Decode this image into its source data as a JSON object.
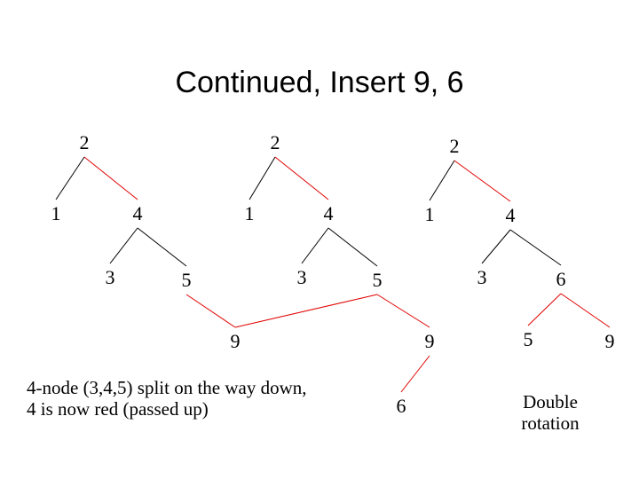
{
  "title": "Continued, Insert 9, 6",
  "colors": {
    "red": "#e00000",
    "black": "#000000"
  },
  "trees": [
    {
      "nodes": [
        {
          "id": "t1-n2",
          "label": "2"
        },
        {
          "id": "t1-n1",
          "label": "1"
        },
        {
          "id": "t1-n4",
          "label": "4"
        },
        {
          "id": "t1-n3",
          "label": "3"
        },
        {
          "id": "t1-n5",
          "label": "5"
        }
      ],
      "edges": [
        {
          "from": "t1-n2",
          "to": "t1-n1",
          "color": "black"
        },
        {
          "from": "t1-n2",
          "to": "t1-n4",
          "color": "red"
        },
        {
          "from": "t1-n4",
          "to": "t1-n3",
          "color": "black"
        },
        {
          "from": "t1-n4",
          "to": "t1-n5",
          "color": "black"
        },
        {
          "from": "t1-n5",
          "to": "t1-n9",
          "color": "red"
        }
      ]
    },
    {
      "nodes": [
        {
          "id": "t2-n2",
          "label": "2"
        },
        {
          "id": "t2-n1",
          "label": "1"
        },
        {
          "id": "t2-n4",
          "label": "4"
        },
        {
          "id": "t2-n3",
          "label": "3"
        },
        {
          "id": "t2-n5",
          "label": "5"
        },
        {
          "id": "t2-n9",
          "label": "9"
        }
      ],
      "edges": [
        {
          "from": "t2-n2",
          "to": "t2-n1",
          "color": "black"
        },
        {
          "from": "t2-n2",
          "to": "t2-n4",
          "color": "red"
        },
        {
          "from": "t2-n4",
          "to": "t2-n3",
          "color": "black"
        },
        {
          "from": "t2-n4",
          "to": "t2-n5",
          "color": "black"
        },
        {
          "from": "t2-n5",
          "to": "t2-n9",
          "color": "red"
        }
      ]
    },
    {
      "nodes": [
        {
          "id": "t3-n2",
          "label": "2"
        },
        {
          "id": "t3-n1",
          "label": "1"
        },
        {
          "id": "t3-n4",
          "label": "4"
        },
        {
          "id": "t3-n3",
          "label": "3"
        },
        {
          "id": "t3-n6",
          "label": "6"
        },
        {
          "id": "t3-n5",
          "label": "5"
        },
        {
          "id": "t3-n9",
          "label": "9"
        }
      ],
      "edges": [
        {
          "from": "t3-n2",
          "to": "t3-n1",
          "color": "black"
        },
        {
          "from": "t3-n2",
          "to": "t3-n4",
          "color": "red"
        },
        {
          "from": "t3-n4",
          "to": "t3-n3",
          "color": "black"
        },
        {
          "from": "t3-n4",
          "to": "t3-n6",
          "color": "black"
        },
        {
          "from": "t3-n6",
          "to": "t3-n5",
          "color": "red"
        },
        {
          "from": "t3-n6",
          "to": "t3-n9",
          "color": "red"
        }
      ]
    }
  ],
  "stray_node": {
    "label": "6"
  },
  "captions": {
    "left_line1": "4-node (3,4,5) split on the way down,",
    "left_line2": "4 is now red (passed up)",
    "right_line1": "Double",
    "right_line2": "rotation"
  }
}
